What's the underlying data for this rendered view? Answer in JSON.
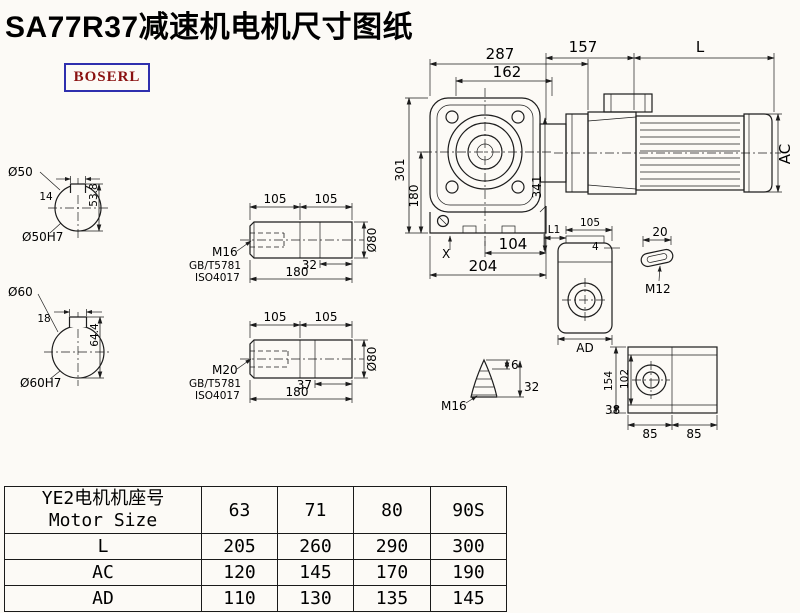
{
  "page": {
    "title": "SA77R37减速机电机尺寸图纸",
    "brand": "BOSERL"
  },
  "dims": {
    "main": {
      "top_287": "287",
      "top_162": "162",
      "top_157": "157",
      "top_L": "L",
      "left_301": "301",
      "left_180": "180",
      "mid_341": "341",
      "right_AC": "AC",
      "bot_X": "X",
      "bot_104": "104",
      "bot_204": "204"
    },
    "section50": {
      "dia": "Ø50",
      "key_width": "14",
      "key_height": "53.8",
      "bore": "Ø50H7"
    },
    "section60": {
      "dia": "Ø60",
      "key_width": "18",
      "key_height": "64.4",
      "bore": "Ø60H7"
    },
    "shaft1": {
      "seg_a": "105",
      "seg_b": "105",
      "thread": "M16",
      "std_line1": "GB/T5781",
      "std_line2": "ISO4017",
      "thread_depth": "32",
      "length": "180",
      "dia": "Ø80"
    },
    "shaft2": {
      "seg_a": "105",
      "seg_b": "105",
      "thread": "M20",
      "std_line1": "GB/T5781",
      "std_line2": "ISO4017",
      "thread_depth": "37",
      "length": "180",
      "dia": "Ø80"
    },
    "side_view": {
      "L1": "L1",
      "w105": "105",
      "t4": "4",
      "AD": "AD"
    },
    "key_detail": {
      "len20": "20",
      "thread": "M12"
    },
    "plug_detail": {
      "h6": "6",
      "h32": "32",
      "thread": "M16"
    },
    "foot_view": {
      "h154": "154",
      "h102": "102",
      "w38": "38",
      "w85a": "85",
      "w85b": "85"
    }
  },
  "table": {
    "header_cn": "YE2电机机座号",
    "header_en": "Motor Size",
    "sizes": [
      "63",
      "71",
      "80",
      "90S"
    ],
    "rows": [
      {
        "label": "L",
        "values": [
          "205",
          "260",
          "290",
          "300"
        ]
      },
      {
        "label": "AC",
        "values": [
          "120",
          "145",
          "170",
          "190"
        ]
      },
      {
        "label": "AD",
        "values": [
          "110",
          "130",
          "135",
          "145"
        ]
      }
    ]
  }
}
